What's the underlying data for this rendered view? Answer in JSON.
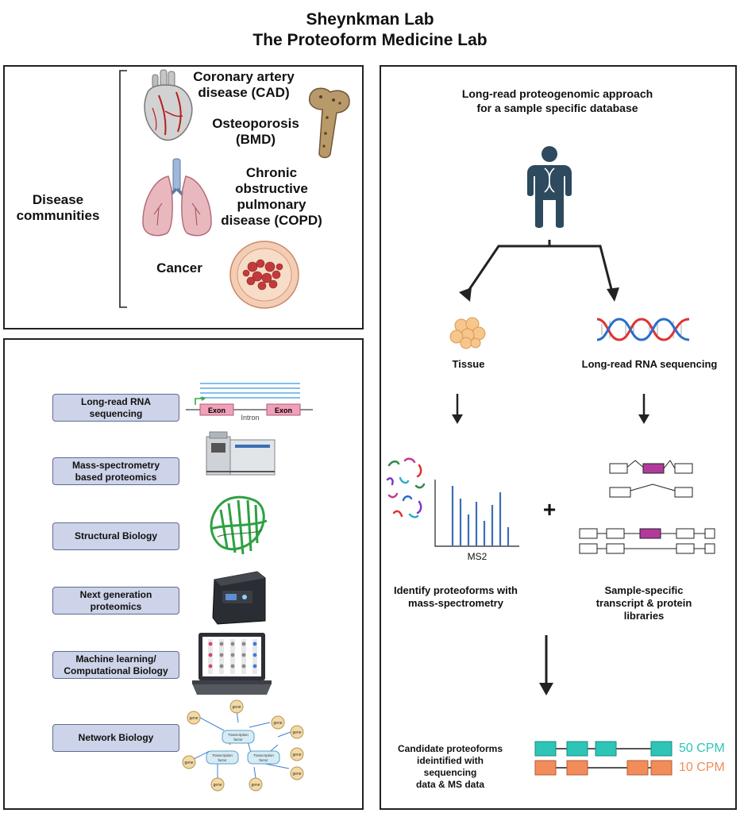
{
  "title": {
    "line1": "Sheynkman Lab",
    "line2": "The Proteoform Medicine Lab"
  },
  "disease_panel": {
    "group_label_line1": "Disease",
    "group_label_line2": "communities",
    "cad_line1": "Coronary artery",
    "cad_line2": "disease (CAD)",
    "bmd_line1": "Osteoporosis",
    "bmd_line2": "(BMD)",
    "copd_line1": "Chronic",
    "copd_line2": "obstructive",
    "copd_line3": "pulmonary",
    "copd_line4": "disease (COPD)",
    "cancer": "Cancer"
  },
  "methods_panel": {
    "items": [
      {
        "line1": "Long-read RNA",
        "line2": "sequencing"
      },
      {
        "line1": "Mass-spectrometry",
        "line2": "based proteomics"
      },
      {
        "line1": "Structural Biology",
        "line2": ""
      },
      {
        "line1": "Next generation",
        "line2": "proteomics"
      },
      {
        "line1": "Machine learning/",
        "line2": "Computational Biology"
      },
      {
        "line1": "Network Biology",
        "line2": ""
      }
    ],
    "exon_label": "Exon",
    "intron_label": "Intron",
    "gene_label": "gene",
    "tf_line1": "Transcription",
    "tf_line2": "factor"
  },
  "workflow_panel": {
    "heading_line1": "Long-read proteogenomic approach",
    "heading_line2": "for a sample specific database",
    "tissue": "Tissue",
    "rna_seq": "Long-read RNA sequencing",
    "ms2": "MS2",
    "plus": "+",
    "identify_line1": "Identify proteoforms with",
    "identify_line2": "mass-spectrometry",
    "libraries_line1": "Sample-specific",
    "libraries_line2": "transcript & protein",
    "libraries_line3": "libraries",
    "candidate_line1": "Candidate proteoforms",
    "candidate_line2": "ideintified with sequencing",
    "candidate_line3": "data & MS data",
    "cpm_high": "50 CPM",
    "cpm_low": "10 CPM"
  },
  "colors": {
    "teal": "#2ec4b6",
    "orange": "#f28c5a",
    "magenta": "#b23a9c",
    "pill_fill": "#cdd3e8",
    "person": "#2d4a5e"
  },
  "icons": [
    "heart-icon",
    "bone-icon",
    "lungs-icon",
    "tumor-icon",
    "person-dna-icon",
    "tissue-icon",
    "dna-helix-icon",
    "mass-spectrometer-icon",
    "protein-structure-icon",
    "sequencer-icon",
    "laptop-icon",
    "gene-network-icon"
  ]
}
